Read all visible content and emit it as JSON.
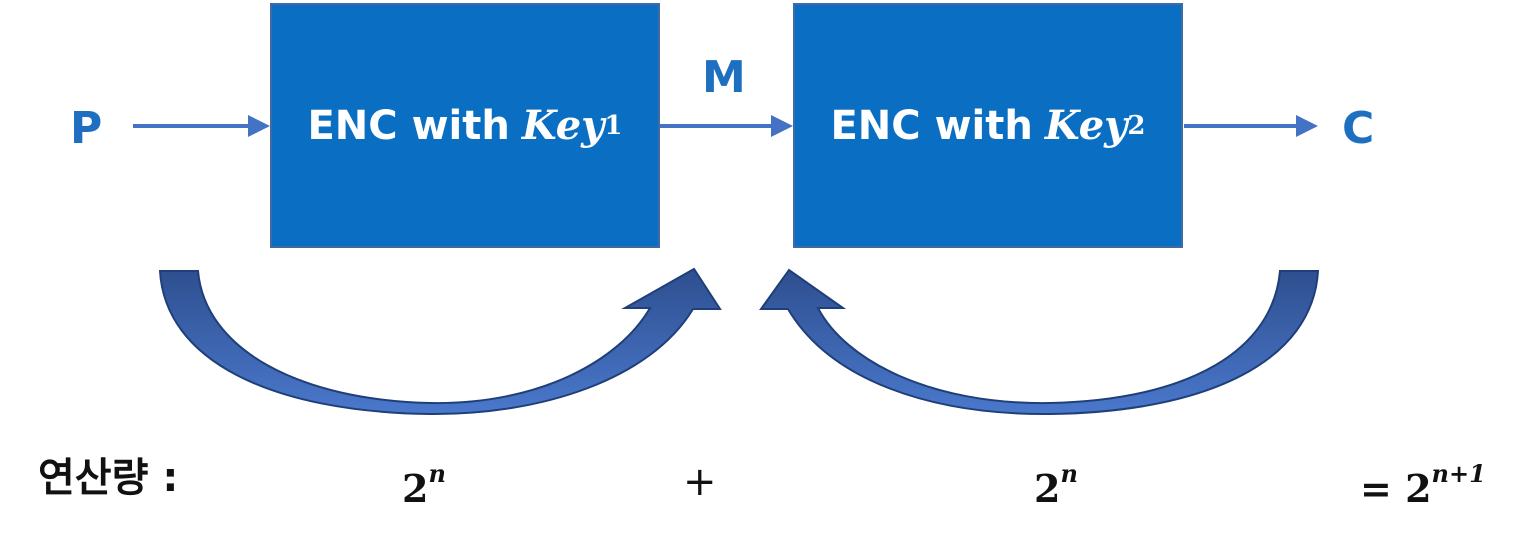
{
  "nodes": {
    "input": "P",
    "middle": "M",
    "output": "C"
  },
  "blocks": [
    {
      "text": "ENC with",
      "key": "Key",
      "sub": "1"
    },
    {
      "text": "ENC with",
      "key": "Key",
      "sub": "2"
    }
  ],
  "cost": {
    "label": "연산량 :",
    "term1_base": "2",
    "term1_exp": "n",
    "plus": "+",
    "term2_base": "2",
    "term2_exp": "n",
    "result_eq": "=",
    "result_base": "2",
    "result_exp": "n+1"
  },
  "colors": {
    "box_fill": "#0a6fc2",
    "arrow": "#4472c4",
    "curved_arrow": "#3a5fa8",
    "label_blue": "#1f6fc1"
  }
}
